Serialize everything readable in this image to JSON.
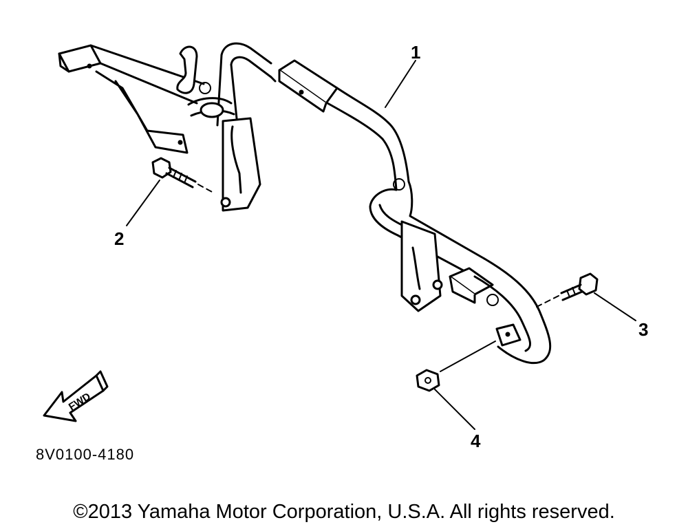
{
  "diagram": {
    "callouts": [
      {
        "id": "1",
        "label": "1"
      },
      {
        "id": "2",
        "label": "2"
      },
      {
        "id": "3",
        "label": "3"
      },
      {
        "id": "4",
        "label": "4"
      }
    ],
    "direction_arrow": {
      "label": "FWD"
    },
    "part_code": "8V0100-4180"
  },
  "footer": {
    "copyright": "©2013 Yamaha Motor Corporation, U.S.A. All rights reserved."
  }
}
